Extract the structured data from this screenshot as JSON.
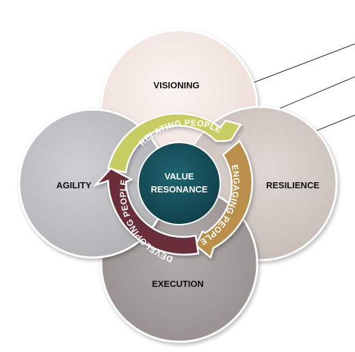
{
  "diagram": {
    "outer_circles": {
      "visioning": "VISIONING",
      "agility": "AGILITY",
      "resilience": "RESILIENCE",
      "execution": "EXECUTION"
    },
    "cycle_arrows": {
      "relating": "RELATING PEOPLE",
      "engaging": "ENGAGING PEOPLE",
      "developing": "DEVELOPING PEOPLE"
    },
    "core": {
      "line1": "VALUE",
      "line2": "RESONANCE"
    }
  },
  "colors": {
    "visioning": "#f4e8e3",
    "agility": "#c3c3c6",
    "resilience": "#d5ccc8",
    "execution": "#a49e9c",
    "relating": "#c5ca5f",
    "engaging": "#b98f4e",
    "developing": "#6e2f3d",
    "core": "#184f5a"
  }
}
